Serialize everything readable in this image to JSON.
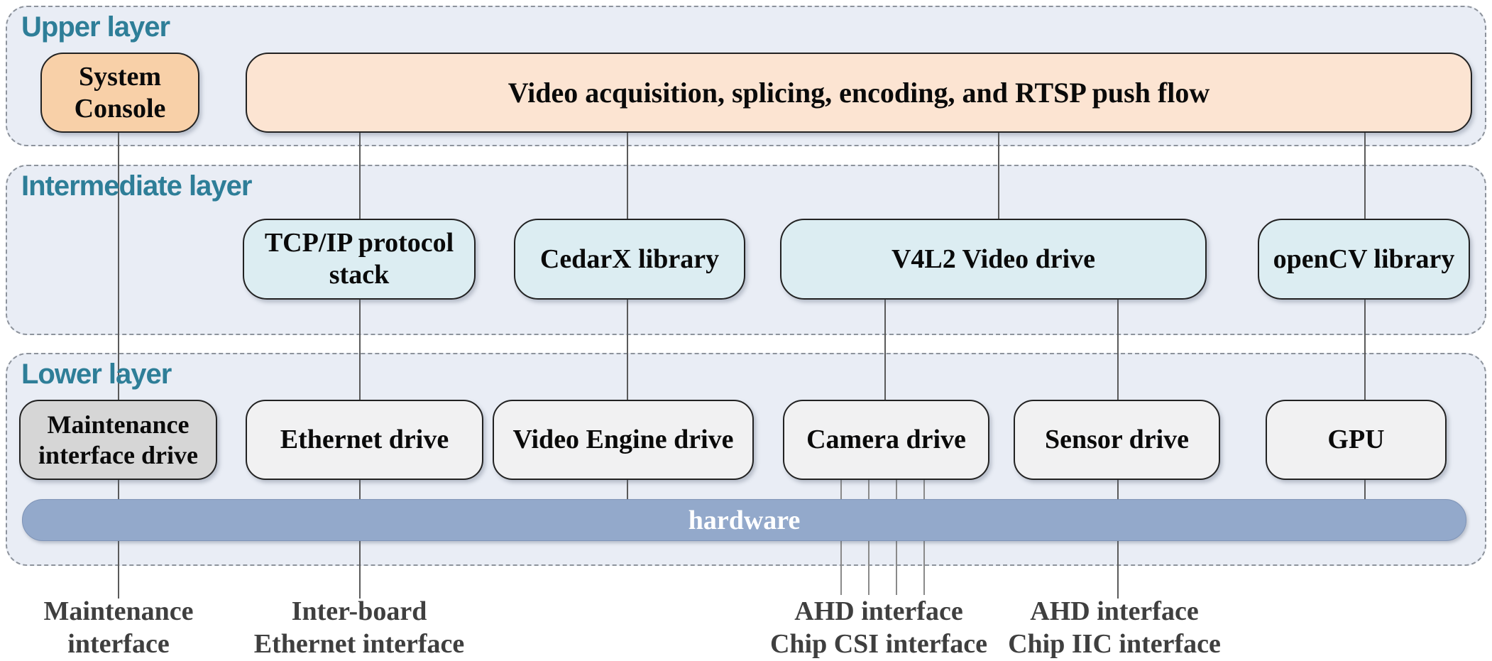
{
  "diagram": {
    "layers": [
      {
        "title": "Upper layer",
        "boxes": [
          {
            "label": "System Console"
          },
          {
            "label": "Video acquisition, splicing, encoding, and RTSP push flow"
          }
        ]
      },
      {
        "title": "Intermediate layer",
        "boxes": [
          {
            "label": "TCP/IP protocol stack"
          },
          {
            "label": "CedarX library"
          },
          {
            "label": "V4L2 Video drive"
          },
          {
            "label": "openCV library"
          }
        ]
      },
      {
        "title": "Lower layer",
        "boxes": [
          {
            "label": "Maintenance interface drive"
          },
          {
            "label": "Ethernet drive"
          },
          {
            "label": "Video Engine drive"
          },
          {
            "label": "Camera drive"
          },
          {
            "label": "Sensor drive"
          },
          {
            "label": "GPU"
          }
        ]
      }
    ],
    "hardware_bar": {
      "label": "hardware"
    },
    "interface_labels": [
      {
        "line1": "Maintenance",
        "line2": "interface"
      },
      {
        "line1": "Inter-board",
        "line2": "Ethernet interface"
      },
      {
        "line1": "AHD interface",
        "line2": "Chip CSI interface"
      },
      {
        "line1": "AHD interface",
        "line2": "Chip IIC interface"
      }
    ],
    "colors": {
      "layer_background": "#e9edf5",
      "layer_border": "#8d939c",
      "layer_title": "#2e7e98",
      "system_console_fill": "#f8d0a8",
      "video_flow_fill": "#fce4d2",
      "middleware_fill": "#dcedf2",
      "maintenance_fill": "#d6d6d6",
      "driver_fill": "#f1f1f2",
      "hardware_fill": "#93a9cb",
      "hardware_text": "#ffffff",
      "interface_label_text": "#3f3f3f",
      "connector": "#5a5a5a"
    }
  }
}
